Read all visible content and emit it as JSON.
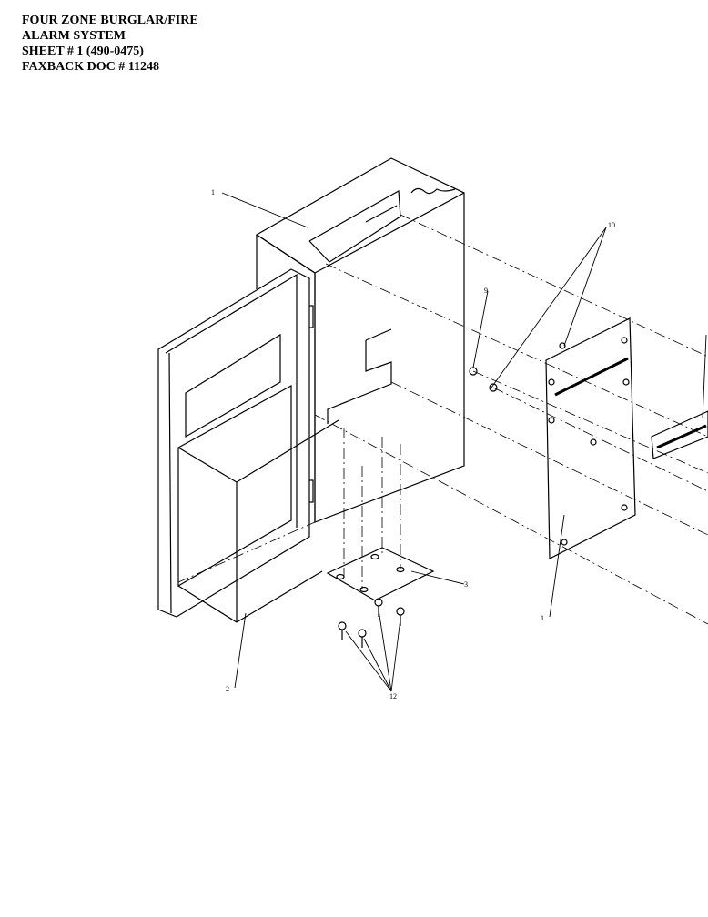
{
  "header": {
    "line1": "FOUR ZONE BURGLAR/FIRE",
    "line2": "ALARM SYSTEM",
    "line3": "SHEET # 1  (490-0475)",
    "line4": "FAXBACK DOC # 11248"
  },
  "callouts": {
    "c1_top": "1",
    "c1_bottom": "1",
    "c2": "2",
    "c3": "3",
    "c9": "9",
    "c10": "10",
    "c12": "12"
  },
  "colors": {
    "line": "#000000",
    "background": "#ffffff"
  }
}
